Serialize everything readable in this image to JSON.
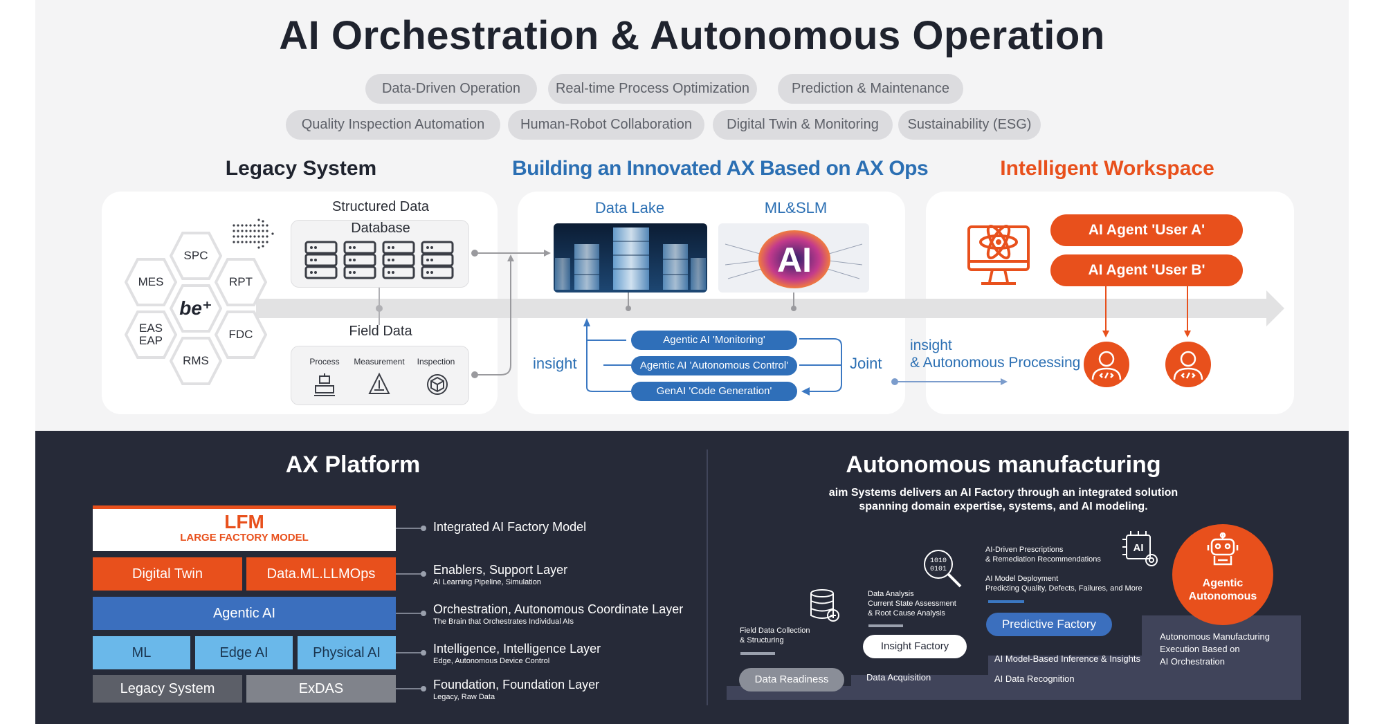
{
  "title": "AI Orchestration & Autonomous Operation",
  "pills_row1": [
    "Data-Driven Operation",
    "Real-time Process Optimization",
    "Prediction & Maintenance"
  ],
  "pills_row2": [
    "Quality Inspection Automation",
    "Human-Robot Collaboration",
    "Digital Twin & Monitoring",
    "Sustainability (ESG)"
  ],
  "legacy": {
    "title": "Legacy System",
    "hexes": [
      "SPC",
      "MES",
      "RPT",
      "be⁺",
      "EAS\nEAP",
      "FDC",
      "RMS"
    ],
    "structured_label": "Structured Data",
    "database_label": "Database",
    "field_label": "Field Data",
    "field_items": [
      "Process",
      "Measurement",
      "Inspection"
    ]
  },
  "axops": {
    "title": "Building an Innovated AX Based on AX Ops",
    "datalake_label": "Data Lake",
    "mlslm_label": "ML&SLM",
    "ai_badge": "AI",
    "insight_label": "insight",
    "joint_label": "Joint",
    "agentic_items": [
      "Agentic AI 'Monitoring'",
      "Agentic AI 'Autonomous Control'",
      "GenAI 'Code Generation'"
    ]
  },
  "workspace": {
    "title": "Intelligent Workspace",
    "agent_a": "AI Agent 'User A'",
    "agent_b": "AI Agent 'User B'",
    "insight_line1": "insight",
    "insight_line2": "& Autonomous Processing"
  },
  "platform": {
    "title": "AX Platform",
    "lfm_title": "LFM",
    "lfm_sub": "LARGE FACTORY MODEL",
    "digital_twin": "Digital Twin",
    "data_ml": "Data.ML.LLMOps",
    "agentic_ai": "Agentic AI",
    "ml": "ML",
    "edge_ai": "Edge AI",
    "physical_ai": "Physical AI",
    "legacy_system": "Legacy System",
    "exdas": "ExDAS",
    "layers": [
      {
        "title": "Integrated AI Factory Model",
        "sub": ""
      },
      {
        "title": "Enablers, Support Layer",
        "sub": "AI Learning Pipeline, Simulation"
      },
      {
        "title": "Orchestration, Autonomous Coordinate Layer",
        "sub": "The Brain that Orchestrates Individual AIs"
      },
      {
        "title": "Intelligence, Intelligence Layer",
        "sub": "Edge, Autonomous Device Control"
      },
      {
        "title": "Foundation, Foundation Layer",
        "sub": "Legacy, Raw Data"
      }
    ]
  },
  "manufacturing": {
    "title": "Autonomous manufacturing",
    "subtitle_line1": "aim Systems delivers an AI Factory through an integrated solution",
    "subtitle_line2": "spanning domain expertise, systems, and AI modeling.",
    "steps": {
      "data_readiness": "Data Readiness",
      "field_collection": "Field Data Collection\n& Structuring",
      "data_acquisition": "Data Acquisition",
      "insight_factory": "Insight Factory",
      "analysis": "Data Analysis\nCurrent State Assessment\n& Root Cause Analysis",
      "predictive_factory": "Predictive Factory",
      "inference": "AI Model-Based Inference & Insights",
      "recognition": "AI Data Recognition",
      "prescriptions": "AI-Driven Prescriptions\n& Remediation Recommendations",
      "deployment": "AI Model Deployment\nPredicting Quality, Defects, Failures, and More",
      "agentic_autonomous": "Agentic\nAutonomous",
      "autonomous_exec": "Autonomous Manufacturing\nExecution Based on\nAI Orchestration",
      "binary_icon_text": "1010\n0101",
      "ai_chip_text": "AI"
    }
  },
  "colors": {
    "orange": "#e8501c",
    "blue": "#2f6fb9",
    "light_blue": "#6ab8ea",
    "dark_bg": "#262a38",
    "gray_box": "#5c5f68"
  }
}
